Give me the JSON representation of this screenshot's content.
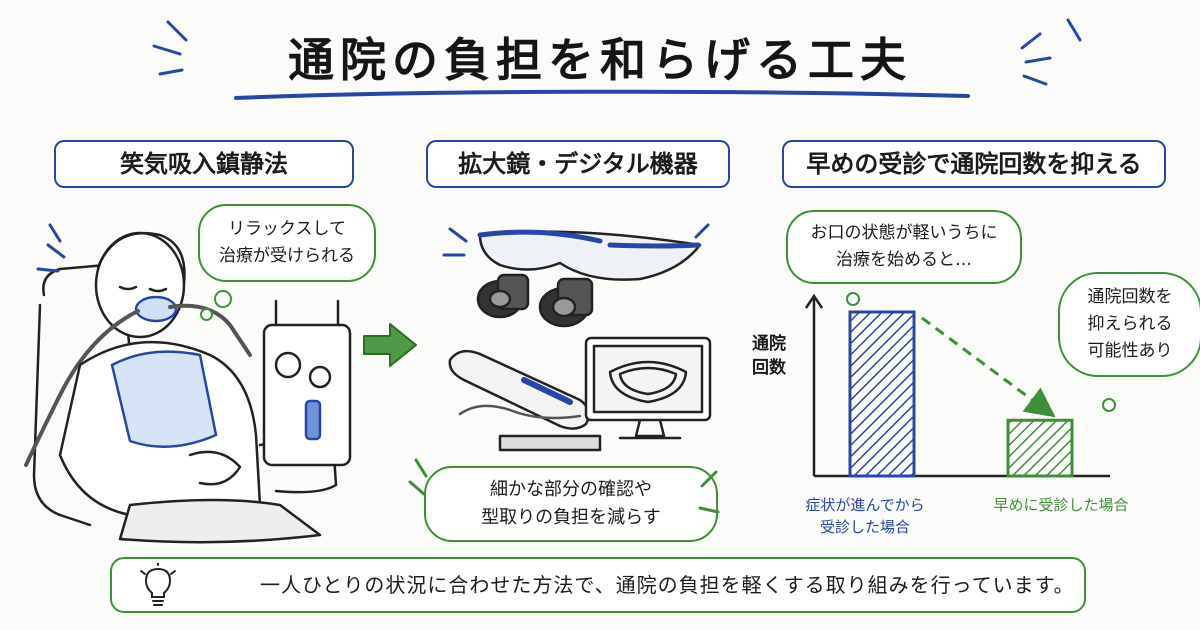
{
  "title": "通院の負担を和らげる工夫",
  "sections": [
    {
      "heading": "笑気吸入鎮静法",
      "bubble_lines": [
        "リラックスして",
        "治療が受けられる"
      ]
    },
    {
      "heading": "拡大鏡・デジタル機器",
      "bubble_lines": [
        "細かな部分の確認や",
        "型取りの負担を減らす"
      ]
    },
    {
      "heading": "早めの受診で通院回数を抑える",
      "bubble_top_lines": [
        "お口の状態が軽いうちに",
        "治療を始めると…"
      ],
      "bubble_right_lines": [
        "通院回数を",
        "抑えられる",
        "可能性あり"
      ]
    }
  ],
  "chart_data": {
    "type": "bar",
    "ylabel": "通院\n回数",
    "categories": [
      "症状が進んでから受診した場合",
      "早めに受診した場合"
    ],
    "category_lines": [
      [
        "症状が進んでから",
        "受診した場合"
      ],
      [
        "早めに受診した場合"
      ]
    ],
    "values": [
      100,
      34
    ],
    "colors": [
      "#2747a8",
      "#3f8f3a"
    ]
  },
  "footer_note": "一人ひとりの状況に合わせた方法で、通院の負担を軽くする取り組みを行っています。",
  "colors": {
    "blue": "#2747a8",
    "green": "#3f8f3a",
    "ink": "#1c1c1c"
  },
  "icons": [
    "lightbulb-icon",
    "arrow-right-icon",
    "sedation-patient-illustration",
    "loupe-glasses-illustration",
    "intraoral-scanner-illustration",
    "monitor-illustration"
  ]
}
